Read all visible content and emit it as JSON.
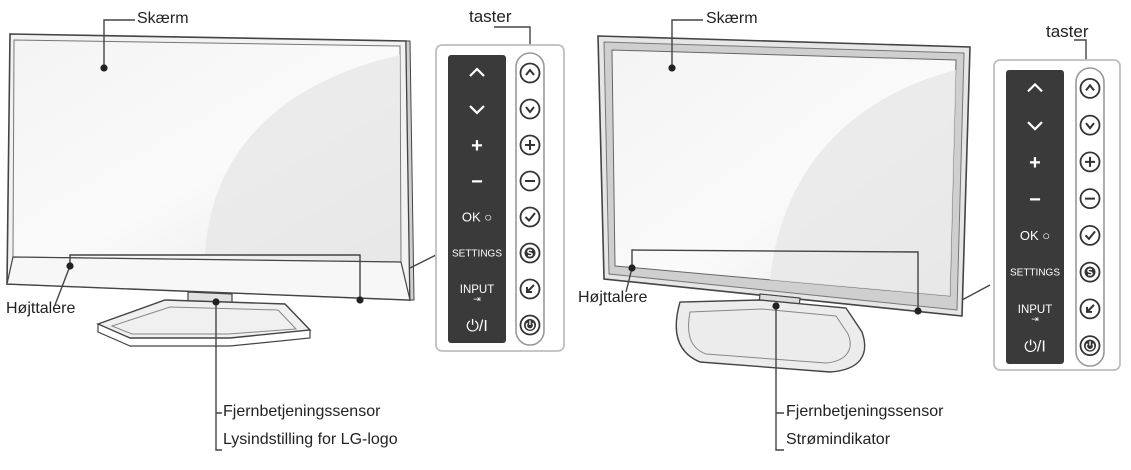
{
  "left_tv": {
    "callouts": {
      "screen": "Skærm",
      "buttons_title": "taster",
      "speakers": "Højttalere",
      "remote_sensor": "Fjernbetjeningssensor",
      "logo_light": "Lysindstilling for LG-logo"
    },
    "panel": {
      "labels": [
        "^",
        "v",
        "+",
        "−",
        "OK ○",
        "SETTINGS",
        "INPUT",
        "⏻/I"
      ],
      "icons": [
        "chevron-up-icon",
        "chevron-down-icon",
        "plus-icon",
        "minus-icon",
        "checkmark-icon",
        "settings-icon",
        "input-icon",
        "power-icon"
      ]
    }
  },
  "right_tv": {
    "callouts": {
      "screen": "Skærm",
      "buttons_title": "taster",
      "speakers": "Højttalere",
      "remote_sensor": "Fjernbetjeningssensor",
      "power_indicator": "Strømindikator"
    },
    "panel": {
      "labels": [
        "^",
        "v",
        "+",
        "−",
        "OK ○",
        "SETTINGS",
        "INPUT",
        "⏻/I"
      ],
      "icons": [
        "chevron-up-icon",
        "chevron-down-icon",
        "plus-icon",
        "minus-icon",
        "checkmark-icon",
        "settings-icon",
        "input-icon",
        "power-icon"
      ]
    }
  },
  "colors": {
    "line": "#444444",
    "panel_dark": "#3a3a3a",
    "panel_border": "#bfbfbf",
    "icon_stroke": "#333333"
  }
}
